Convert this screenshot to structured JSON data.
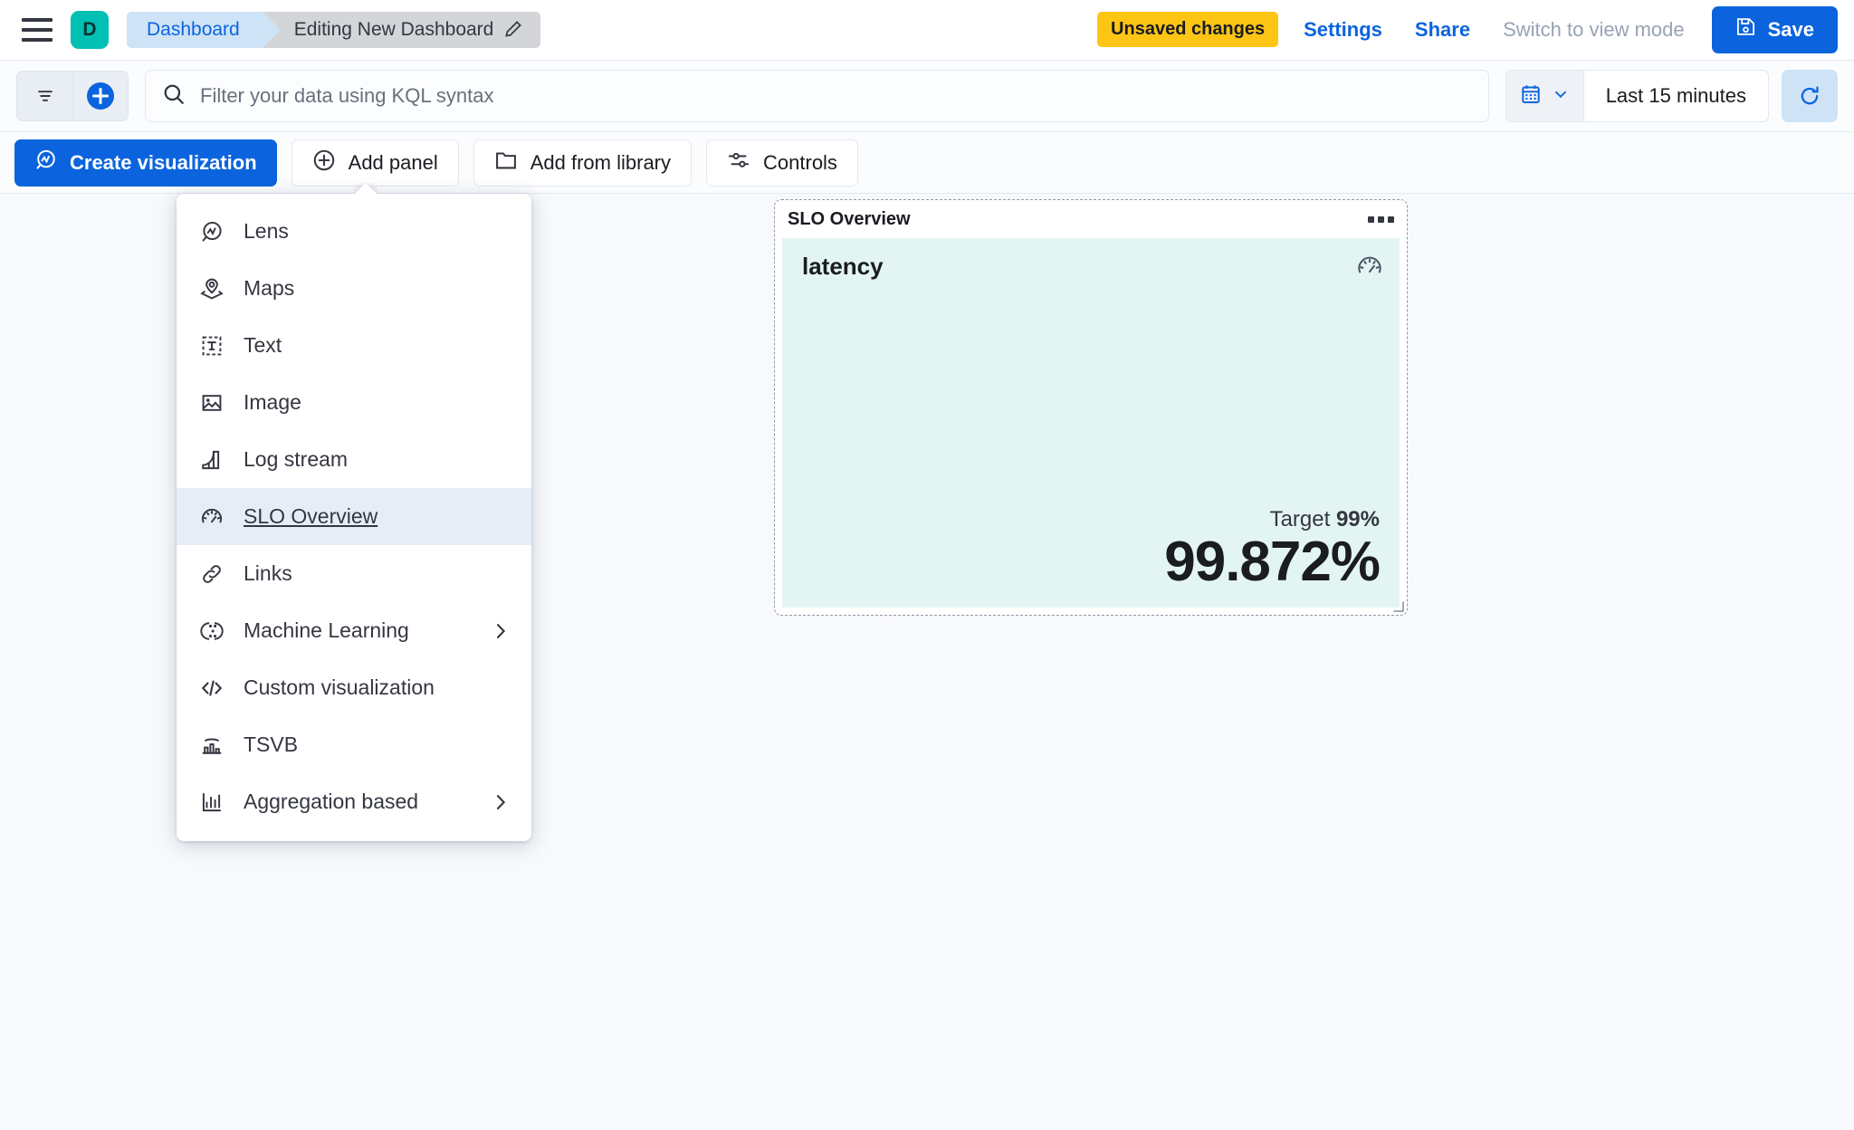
{
  "header": {
    "menu_icon": "hamburger-icon",
    "space_initial": "D",
    "breadcrumb_dashboard": "Dashboard",
    "breadcrumb_current": "Editing New Dashboard",
    "edit_icon": "pencil-icon",
    "unsaved_badge": "Unsaved changes",
    "settings_link": "Settings",
    "share_link": "Share",
    "view_mode_link": "Switch to view mode",
    "save_label": "Save",
    "save_icon": "save-disk-icon",
    "accent_blue": "#0b64dd",
    "badge_yellow": "#fec514",
    "space_teal": "#00bfb3"
  },
  "querybar": {
    "filter_icon": "filter-icon",
    "add_filter_icon": "plus-circle-icon",
    "search_icon": "search-icon",
    "kql_placeholder": "Filter your data using KQL syntax",
    "kql_value": "",
    "calendar_icon": "calendar-icon",
    "chevron_icon": "chevron-down-icon",
    "time_range": "Last 15 minutes",
    "refresh_icon": "refresh-icon"
  },
  "toolbar": {
    "create_visualization": "Create visualization",
    "create_visualization_icon": "lens-icon",
    "add_panel": "Add panel",
    "add_panel_icon": "plus-circle-icon",
    "add_from_library": "Add from library",
    "add_from_library_icon": "folder-icon",
    "controls": "Controls",
    "controls_icon": "sliders-icon"
  },
  "add_panel_menu": {
    "items": [
      {
        "label": "Lens",
        "icon": "lens-icon",
        "active": false,
        "submenu": false
      },
      {
        "label": "Maps",
        "icon": "map-marker-layers-icon",
        "active": false,
        "submenu": false
      },
      {
        "label": "Text",
        "icon": "text-box-icon",
        "active": false,
        "submenu": false
      },
      {
        "label": "Image",
        "icon": "image-icon",
        "active": false,
        "submenu": false
      },
      {
        "label": "Log stream",
        "icon": "log-stream-icon",
        "active": false,
        "submenu": false
      },
      {
        "label": "SLO Overview",
        "icon": "gauge-icon",
        "active": true,
        "submenu": false
      },
      {
        "label": "Links",
        "icon": "link-icon",
        "active": false,
        "submenu": false
      },
      {
        "label": "Machine Learning",
        "icon": "machine-learning-icon",
        "active": false,
        "submenu": true
      },
      {
        "label": "Custom visualization",
        "icon": "code-icon",
        "active": false,
        "submenu": false
      },
      {
        "label": "TSVB",
        "icon": "tsvb-chart-icon",
        "active": false,
        "submenu": false
      },
      {
        "label": "Aggregation based",
        "icon": "aggregation-chart-icon",
        "active": false,
        "submenu": true
      }
    ]
  },
  "slo_panel": {
    "panel_title": "SLO Overview",
    "context_menu_icon": "grip-dots-icon",
    "slo_name": "latency",
    "gauge_icon": "gauge-icon",
    "target_label": "Target",
    "target_value": "99%",
    "sli_value": "99.872%",
    "body_background": "#e3f5f3",
    "resize_icon": "resize-handle-icon"
  }
}
